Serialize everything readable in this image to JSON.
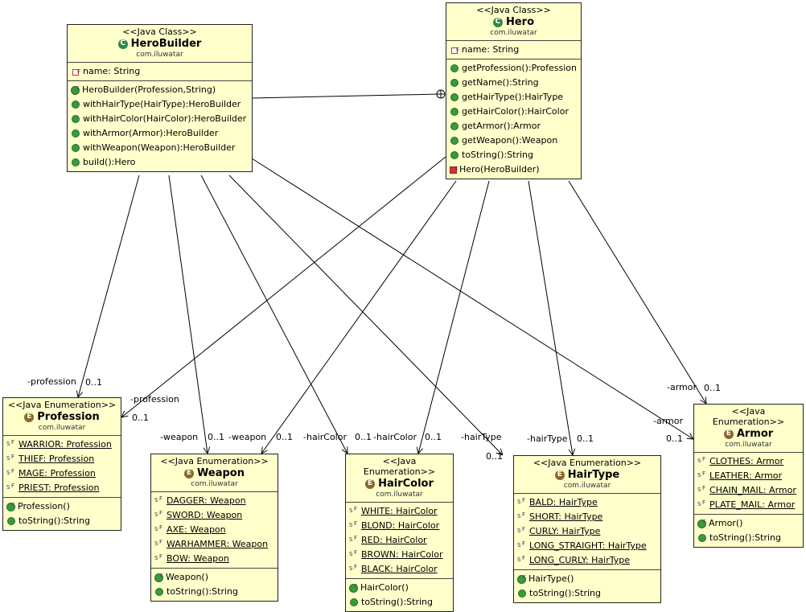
{
  "classes": {
    "herobuilder": {
      "stereotype": "<<Java Class>>",
      "name": "HeroBuilder",
      "package": "com.iluwatar",
      "fields": [
        "name: String"
      ],
      "methods": [
        "HeroBuilder(Profession,String)",
        "withHairType(HairType):HeroBuilder",
        "withHairColor(HairColor):HeroBuilder",
        "withArmor(Armor):HeroBuilder",
        "withWeapon(Weapon):HeroBuilder",
        "build():Hero"
      ]
    },
    "hero": {
      "stereotype": "<<Java Class>>",
      "name": "Hero",
      "package": "com.iluwatar",
      "fields": [
        "name: String"
      ],
      "methods": [
        "getProfession():Profession",
        "getName():String",
        "getHairType():HairType",
        "getHairColor():HairColor",
        "getArmor():Armor",
        "getWeapon():Weapon",
        "toString():String",
        "Hero(HeroBuilder)"
      ]
    },
    "profession": {
      "stereotype": "<<Java Enumeration>>",
      "name": "Profession",
      "package": "com.iluwatar",
      "literals": [
        "WARRIOR: Profession",
        "THIEF: Profession",
        "MAGE: Profession",
        "PRIEST: Profession"
      ],
      "methods": [
        "Profession()",
        "toString():String"
      ]
    },
    "weapon": {
      "stereotype": "<<Java Enumeration>>",
      "name": "Weapon",
      "package": "com.iluwatar",
      "literals": [
        "DAGGER: Weapon",
        "SWORD: Weapon",
        "AXE: Weapon",
        "WARHAMMER: Weapon",
        "BOW: Weapon"
      ],
      "methods": [
        "Weapon()",
        "toString():String"
      ]
    },
    "haircolor": {
      "stereotype": "<<Java Enumeration>>",
      "name": "HairColor",
      "package": "com.iluwatar",
      "literals": [
        "WHITE: HairColor",
        "BLOND: HairColor",
        "RED: HairColor",
        "BROWN: HairColor",
        "BLACK: HairColor"
      ],
      "methods": [
        "HairColor()",
        "toString():String"
      ]
    },
    "hairtype": {
      "stereotype": "<<Java Enumeration>>",
      "name": "HairType",
      "package": "com.iluwatar",
      "literals": [
        "BALD: HairType",
        "SHORT: HairType",
        "CURLY: HairType",
        "LONG_STRAIGHT: HairType",
        "LONG_CURLY: HairType"
      ],
      "methods": [
        "HairType()",
        "toString():String"
      ]
    },
    "armor": {
      "stereotype": "<<Java Enumeration>>",
      "name": "Armor",
      "package": "com.iluwatar",
      "literals": [
        "CLOTHES: Armor",
        "LEATHER: Armor",
        "CHAIN_MAIL: Armor",
        "PLATE_MAIL: Armor"
      ],
      "methods": [
        "Armor()",
        "toString():String"
      ]
    }
  },
  "edge_labels": {
    "hb_profession_role": "-profession",
    "hb_profession_mult": "0..1",
    "hero_profession_role": "-profession",
    "hero_profession_mult": "0..1",
    "hb_weapon_role": "-weapon",
    "hb_weapon_mult": "0..1",
    "hero_weapon_role": "-weapon",
    "hero_weapon_mult": "0..1",
    "hb_haircolor_role": "-hairColor",
    "hb_haircolor_mult": "0..1",
    "hero_haircolor_role": "-hairColor",
    "hero_haircolor_mult": "0..1",
    "hb_hairtype_role": "-hairType",
    "hb_hairtype_mult": "0..1",
    "hero_hairtype_role": "-hairType",
    "hero_hairtype_mult": "0..1",
    "hero_armor_role": "-armor",
    "hero_armor_mult": "0..1",
    "hb_armor_role": "-armor",
    "hb_armor_mult": "0..1"
  },
  "colors": {
    "box_fill": "#ffffcc",
    "line": "#000000"
  }
}
